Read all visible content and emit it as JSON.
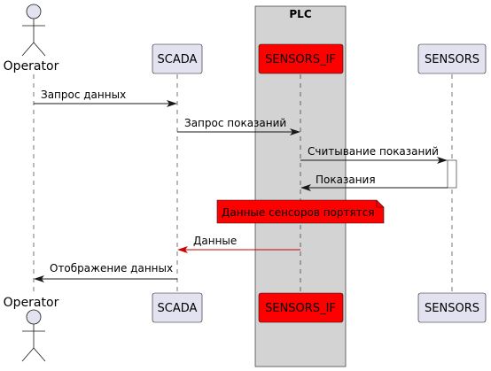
{
  "group": {
    "title": "PLC",
    "fill": "#D3D3D3"
  },
  "participants": {
    "operator": {
      "label": "Operator"
    },
    "scada": {
      "label": "SCADA",
      "fill": "#E2E2F0"
    },
    "sensors_if": {
      "label": "SENSORS_IF",
      "fill": "#FF0000"
    },
    "sensors": {
      "label": "SENSORS",
      "fill": "#E2E2F0"
    }
  },
  "messages": [
    {
      "text": "Запрос данных",
      "from": "Operator",
      "to": "SCADA",
      "color": "#181818"
    },
    {
      "text": "Запрос показаний",
      "from": "SCADA",
      "to": "SENSORS_IF",
      "color": "#181818"
    },
    {
      "text": "Считывание показаний",
      "from": "SENSORS_IF",
      "to": "SENSORS",
      "color": "#181818"
    },
    {
      "text": "Показания",
      "from": "SENSORS",
      "to": "SENSORS_IF",
      "color": "#181818"
    },
    {
      "text": "Данные",
      "from": "SENSORS_IF",
      "to": "SCADA",
      "color": "#CC0000"
    },
    {
      "text": "Отображение данных",
      "from": "SCADA",
      "to": "Operator",
      "color": "#181818"
    }
  ],
  "note": {
    "text": "Данные сенсоров портятся",
    "fill": "#FF0000"
  },
  "icons": {
    "actor": "stick-figure-icon",
    "note": "folded-corner-note-icon"
  }
}
